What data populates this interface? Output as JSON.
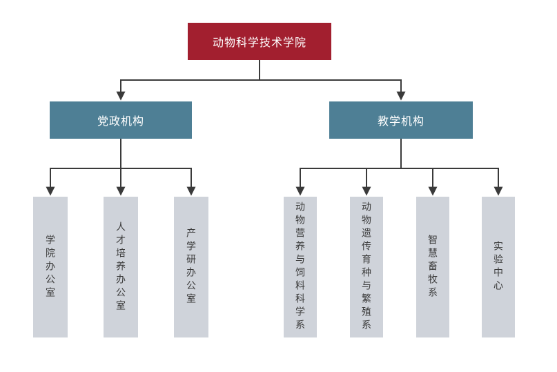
{
  "chart": {
    "root": {
      "label": "动物科学技术学院"
    },
    "branches": [
      {
        "label": "党政机构",
        "children": [
          {
            "label": "学院办公室"
          },
          {
            "label": "人才培养办公室"
          },
          {
            "label": "产学研办公室"
          }
        ]
      },
      {
        "label": "教学机构",
        "children": [
          {
            "label": "动物营养与饲料科学系"
          },
          {
            "label": "动物遗传育种与繁殖系"
          },
          {
            "label": "智慧畜牧系"
          },
          {
            "label": "实验中心"
          }
        ]
      }
    ]
  },
  "colors": {
    "root_fill": "#A21F2F",
    "root_text": "#FFFFFF",
    "branch_fill": "#4E7F95",
    "branch_text": "#FFFFFF",
    "leaf_fill": "#CFD3DA",
    "leaf_text": "#3B3B3B",
    "connector": "#3A3A3A",
    "background": "#FFFFFF"
  }
}
